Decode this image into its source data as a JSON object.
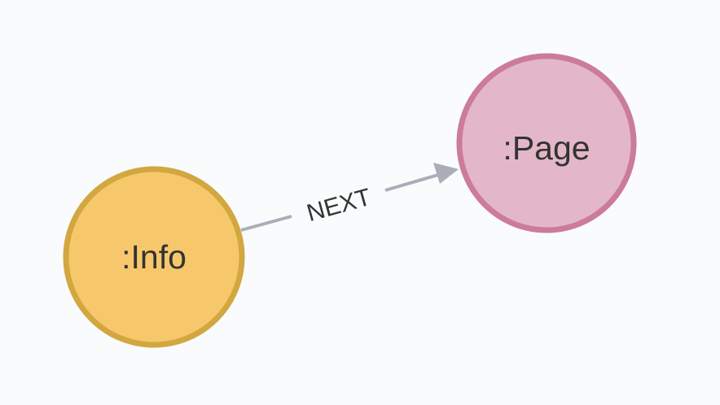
{
  "graph": {
    "nodes": [
      {
        "id": "info",
        "label": ":Info",
        "fill": "#f7c86b",
        "stroke": "#d2a73f"
      },
      {
        "id": "page",
        "label": ":Page",
        "fill": "#e3b7c8",
        "stroke": "#cc7b9b"
      }
    ],
    "relationships": [
      {
        "type": "NEXT",
        "from": "info",
        "to": "page",
        "color": "#a9aeb9"
      }
    ]
  }
}
